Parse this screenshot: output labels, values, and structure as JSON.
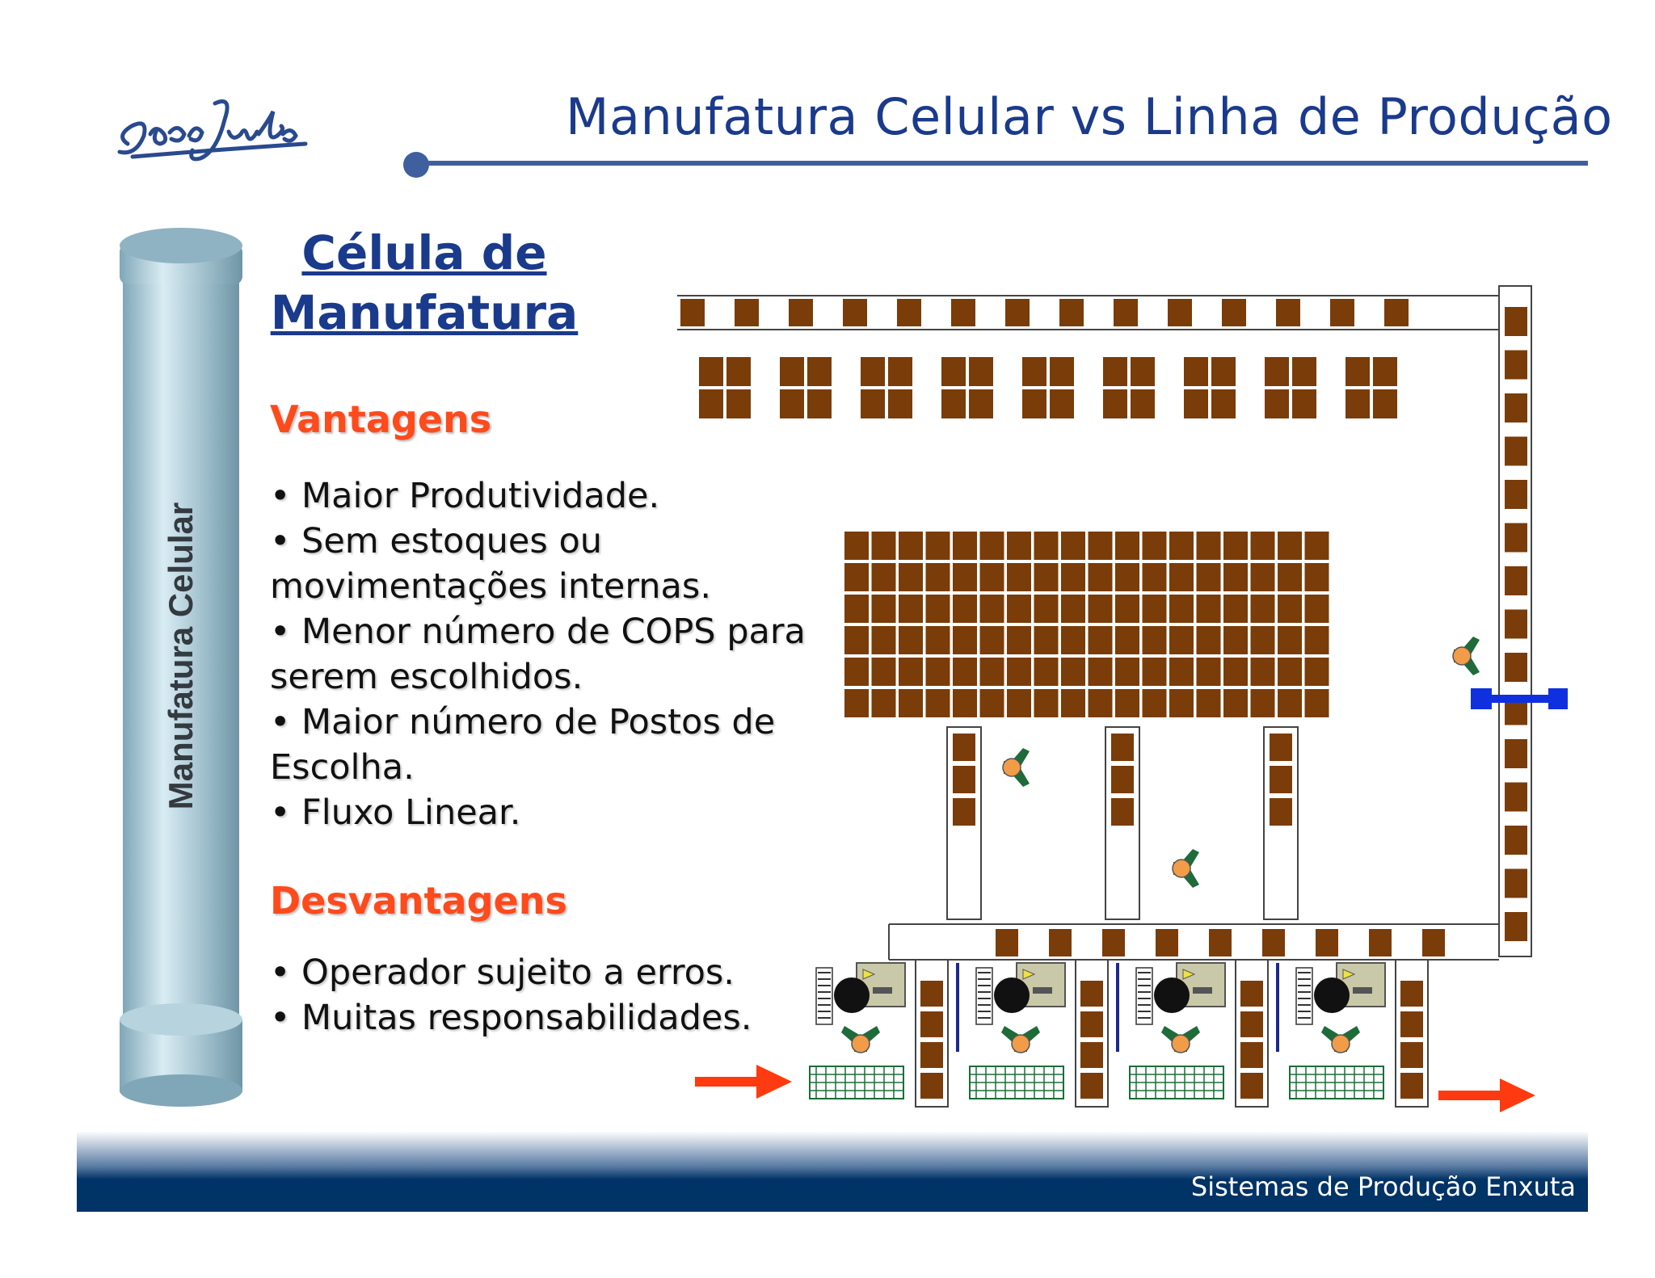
{
  "header": {
    "title": "Manufatura Celular vs Linha de Produção",
    "logo_text": "São Judas",
    "accent_color": "#1a3a8c",
    "rule_color": "#3f5f9f"
  },
  "sidebar": {
    "label": "Manufatura Celular"
  },
  "content": {
    "title_line1": "Célula de",
    "title_line2": "Manufatura",
    "advantages": {
      "heading": "Vantagens",
      "lines": [
        "• Maior Produtividade.",
        "• Sem estoques ou",
        "movimentações internas.",
        "• Menor número de COPS para",
        "serem escolhidos.",
        "• Maior número de Postos de",
        "Escolha.",
        "• Fluxo Linear."
      ]
    },
    "disadvantages": {
      "heading": "Desvantagens",
      "lines": [
        "• Operador sujeito a erros.",
        "• Muitas responsabilidades."
      ]
    }
  },
  "diagram": {
    "box_color": "#7a3c08",
    "operator_color": "#1f6b3a",
    "arrow_color": "#ff3a10",
    "transfer_color": "#1030e0"
  },
  "footer": {
    "text": "Sistemas de Produção Enxuta",
    "band_color": "#003366"
  }
}
